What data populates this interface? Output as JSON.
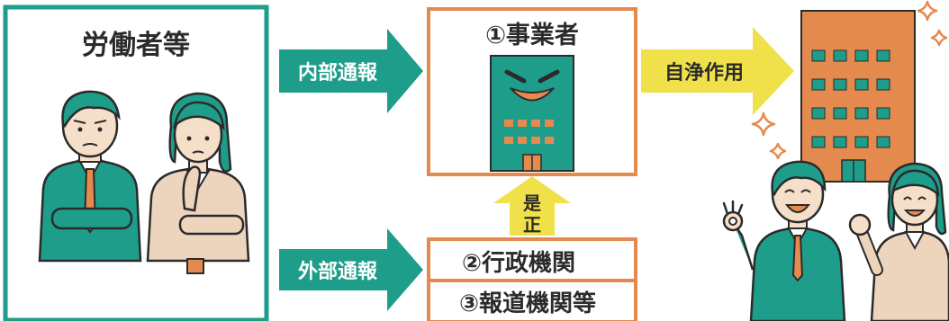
{
  "workers_box": {
    "title": "労働者等"
  },
  "arrows": {
    "internal": {
      "label": "内部通報"
    },
    "external": {
      "label": "外部通報"
    },
    "self_purification": {
      "label": "自浄作用"
    },
    "correction": {
      "label_line1": "是",
      "label_line2": "正"
    }
  },
  "business": {
    "title": "①事業者"
  },
  "external_bodies": {
    "admin": "②行政機関",
    "press": "③報道機関等"
  },
  "colors": {
    "teal": "#1e9e8a",
    "orange": "#e58a4e",
    "yellow": "#f0e04a",
    "dark": "#2b2b2b",
    "gray_dark": "#3d3d3d",
    "skin": "#f6dfc9",
    "beige": "#edd5bd"
  }
}
